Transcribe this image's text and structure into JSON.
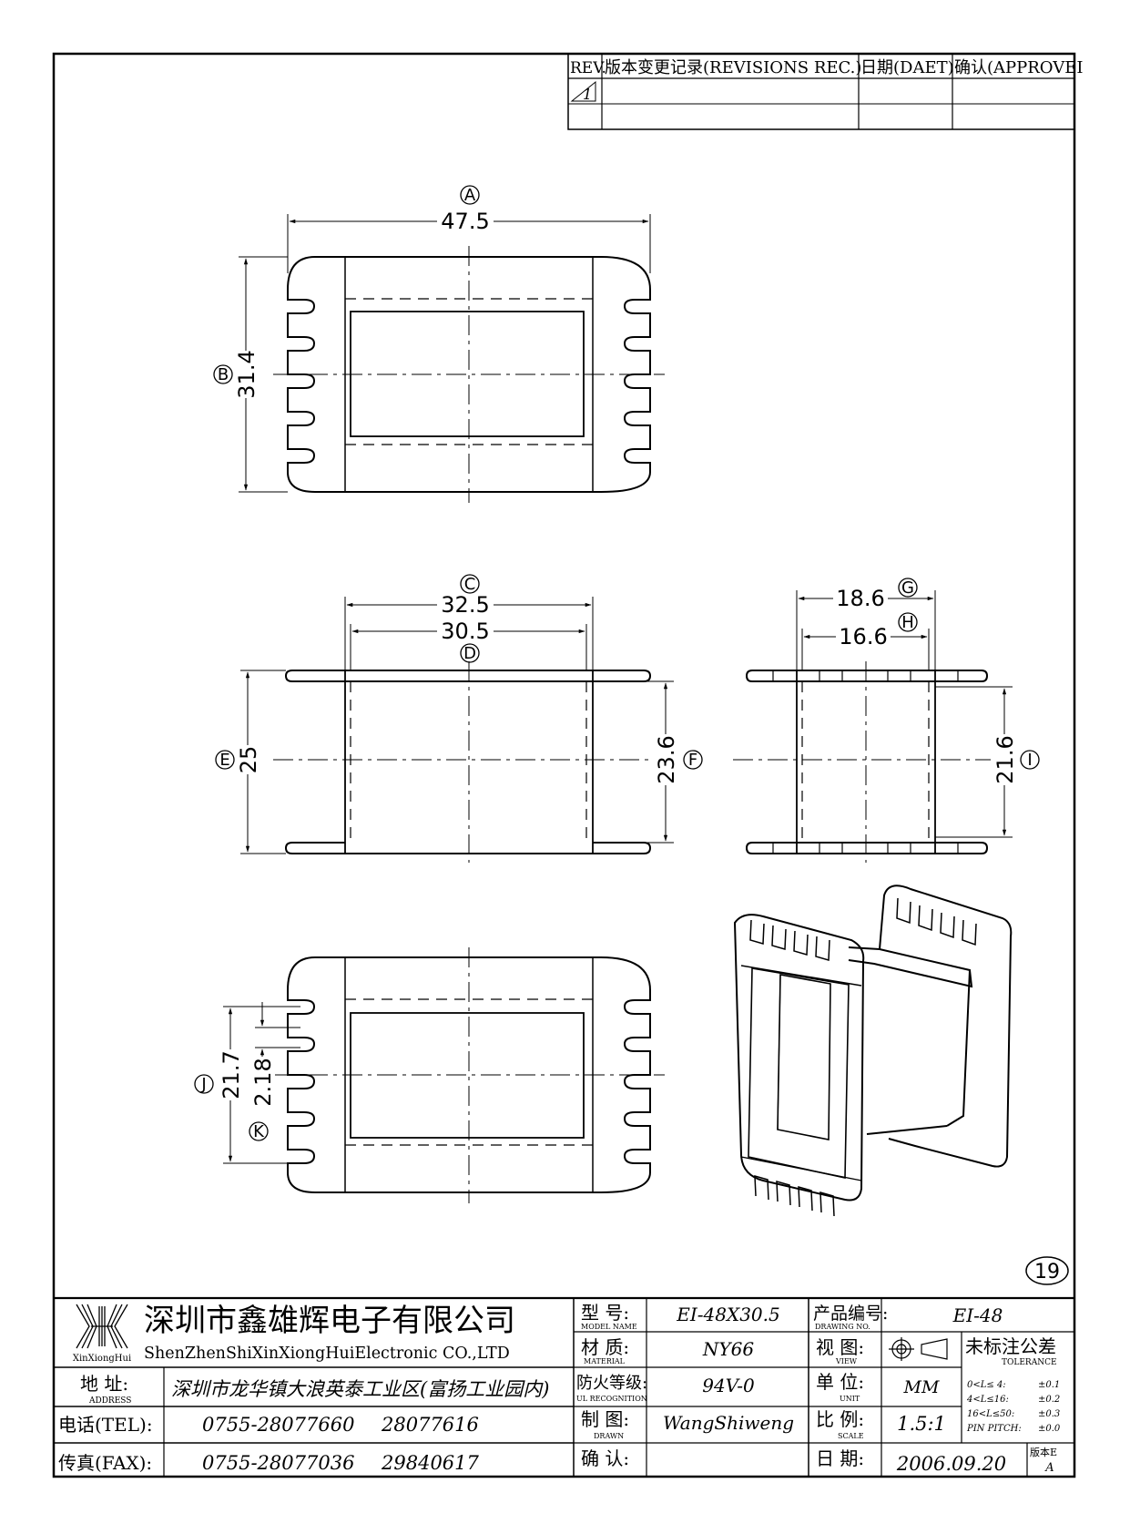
{
  "revisions": {
    "headers": {
      "rev": "REV.",
      "record": "版本变更记录(REVISIONS REC.)",
      "date": "日期(DAET)",
      "approve": "确认(APPROVEI"
    },
    "rows": [
      {
        "rev": "1",
        "record": "",
        "date": "",
        "approve": ""
      },
      {
        "rev": "",
        "record": "",
        "date": "",
        "approve": ""
      }
    ]
  },
  "views": {
    "top": {
      "callouts": {
        "width": "A",
        "height": "B"
      },
      "dims": {
        "width": "47.5",
        "height": "31.4"
      }
    },
    "front": {
      "callouts": {
        "outer": "C",
        "inner": "D",
        "flange": "E",
        "body": "F"
      },
      "dims": {
        "outer": "32.5",
        "inner": "30.5",
        "flange": "25",
        "body": "23.6"
      }
    },
    "side": {
      "callouts": {
        "outer": "G",
        "inner": "H",
        "height": "I"
      },
      "dims": {
        "outer": "18.6",
        "inner": "16.6",
        "height": "21.6"
      }
    },
    "bottom": {
      "callouts": {
        "span": "J",
        "pitch": "K"
      },
      "dims": {
        "span": "21.7",
        "pitch": "2.18"
      }
    },
    "page_no": "19"
  },
  "title_block": {
    "company_cn": "深圳市鑫雄辉电子有限公司",
    "company_en": "ShenZhenShiXinXiongHuiElectronic CO.,LTD",
    "logo_text": "XinXiongHui",
    "address_label": "地  址:",
    "address_label_en": "ADDRESS",
    "address": "深圳市龙华镇大浪英泰工业区(富扬工业园内)",
    "tel_label": "电话(TEL):",
    "tel1": "0755-28077660",
    "tel2": "28077616",
    "fax_label": "传真(FAX):",
    "fax1": "0755-28077036",
    "fax2": "29840617",
    "model_label": "型  号:",
    "model_label_en": "MODEL NAME",
    "model": "EI-48X30.5",
    "material_label": "材  质:",
    "material_label_en": "MATERIAL",
    "material": "NY66",
    "flame_label": "防火等级:",
    "flame_label_en": "UL RECOGNITION",
    "flame": "94V-0",
    "drawn_label": "制  图:",
    "drawn_label_en": "DRAWN",
    "drawn": "WangShiweng",
    "confirm_label": "确  认:",
    "drawing_no_label": "产品编号:",
    "drawing_no_label_en": "DRAWING NO.",
    "drawing_no": "EI-48",
    "view_label": "视  图:",
    "view_label_en": "VIEW",
    "tolerance_label": "未标注公差",
    "tolerance_label_en": "TOLERANCE",
    "unit_label": "单  位:",
    "unit_label_en": "UNIT",
    "unit": "MM",
    "scale_label": "比  例:",
    "scale_label_en": "SCALE",
    "scale": "1.5:1",
    "date_label": "日  期:",
    "date": "2006.09.20",
    "version_label": "版本E",
    "version": "A",
    "tolerances": [
      {
        "range": "0<L≤ 4:",
        "value": "±0.1"
      },
      {
        "range": "4<L≤16:",
        "value": "±0.2"
      },
      {
        "range": "16<L≤50:",
        "value": "±0.3"
      },
      {
        "range": "PIN PITCH:",
        "value": "±0.0"
      }
    ]
  }
}
